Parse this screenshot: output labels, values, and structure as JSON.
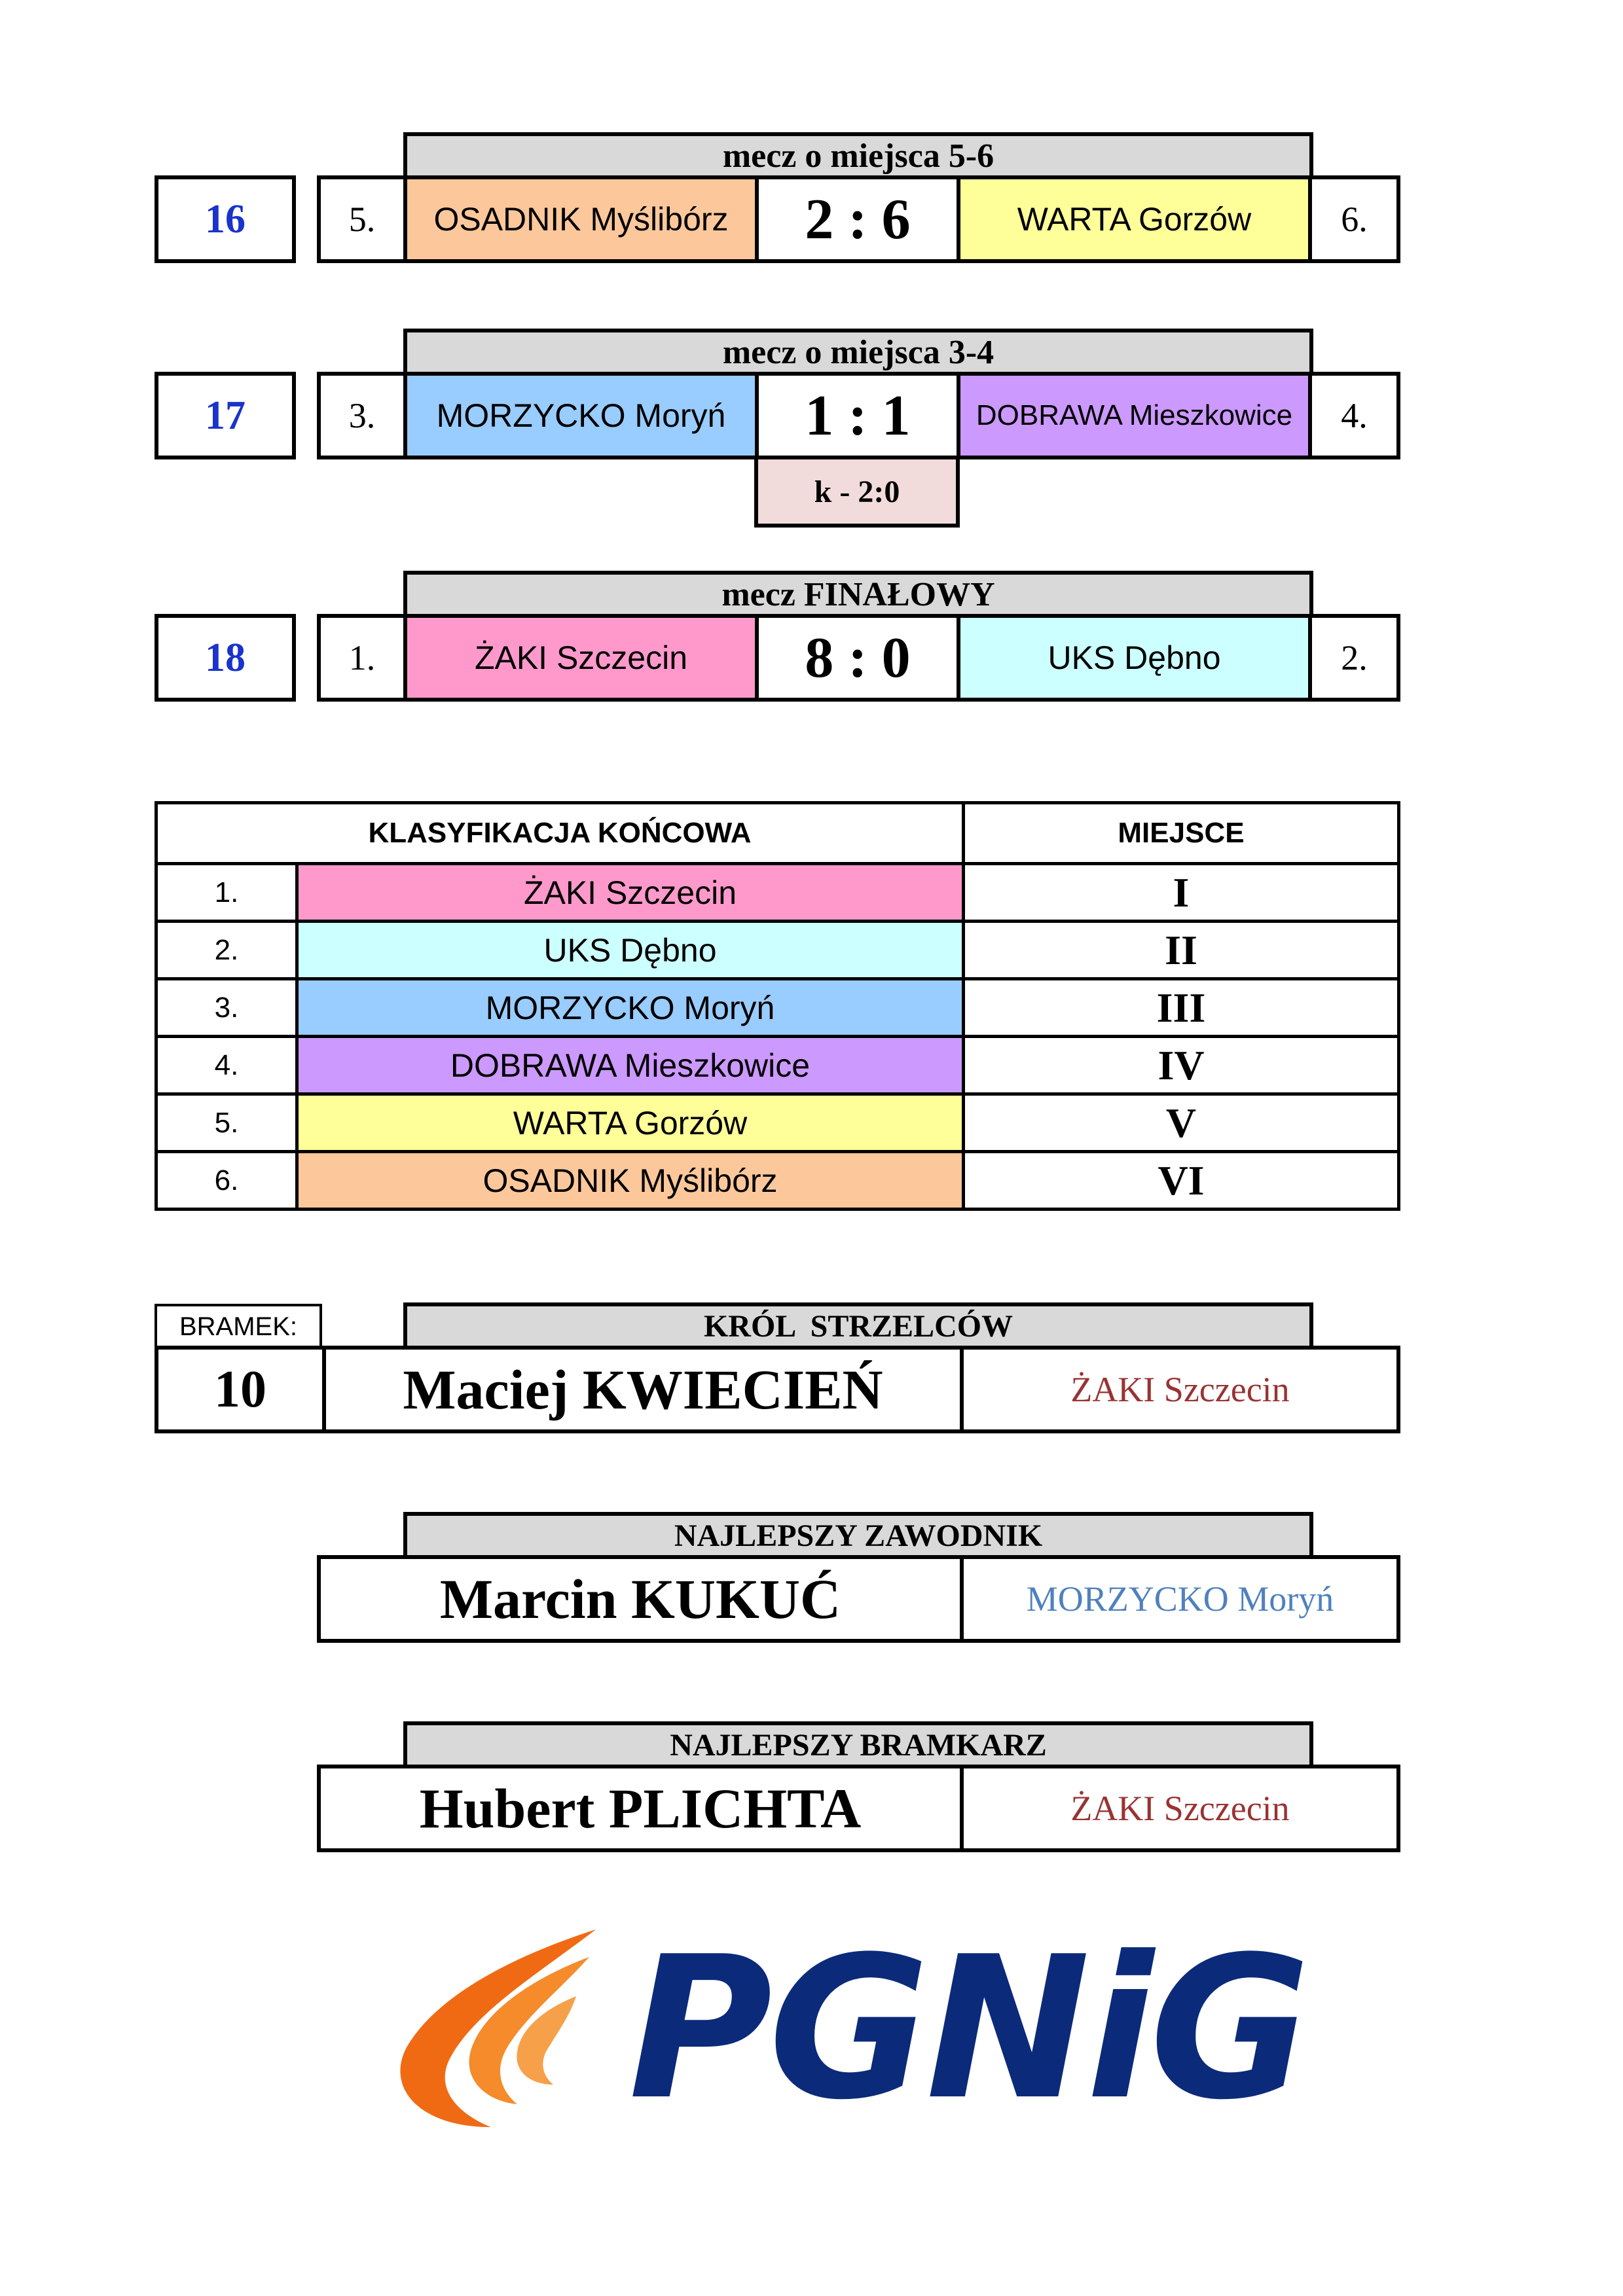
{
  "matches": [
    {
      "number": "16",
      "header": "mecz o miejsca 5-6",
      "left_place": "5.",
      "left_team": "OSADNIK Myślibórz",
      "score": "2 : 6",
      "right_team": "WARTA Gorzów",
      "right_place": "6.",
      "left_color": "#fcc89b",
      "right_color": "#ffff99"
    },
    {
      "number": "17",
      "header": "mecz o miejsca 3-4",
      "left_place": "3.",
      "left_team": "MORZYCKO Moryń",
      "score": "1 : 1",
      "right_team": "DOBRAWA Mieszkowice",
      "right_place": "4.",
      "left_color": "#99ccff",
      "right_color": "#cc99ff",
      "penalties": "k - 2:0"
    },
    {
      "number": "18",
      "header": "mecz FINAŁOWY",
      "left_place": "1.",
      "left_team": "ŻAKI Szczecin",
      "score": "8 : 0",
      "right_team": "UKS Dębno",
      "right_place": "2.",
      "left_color": "#ff99cc",
      "right_color": "#ccffff"
    }
  ],
  "classification": {
    "header_team": "KLASYFIKACJA KOŃCOWA",
    "header_place": "MIEJSCE",
    "rows": [
      {
        "pos": "1.",
        "team": "ŻAKI Szczecin",
        "place": "I",
        "color": "#ff99cc"
      },
      {
        "pos": "2.",
        "team": "UKS Dębno",
        "place": "II",
        "color": "#ccffff"
      },
      {
        "pos": "3.",
        "team": "MORZYCKO Moryń",
        "place": "III",
        "color": "#99ccff"
      },
      {
        "pos": "4.",
        "team": "DOBRAWA Mieszkowice",
        "place": "IV",
        "color": "#cc99ff"
      },
      {
        "pos": "5.",
        "team": "WARTA Gorzów",
        "place": "V",
        "color": "#ffff99"
      },
      {
        "pos": "6.",
        "team": "OSADNIK Myślibórz",
        "place": "VI",
        "color": "#fcc89b"
      }
    ]
  },
  "top_scorer": {
    "goals_label": "BRAMEK:",
    "goals": "10",
    "header": "KRÓL  STRZELCÓW",
    "name": "Maciej KWIECIEŃ",
    "team": "ŻAKI Szczecin",
    "team_color": "#993333"
  },
  "best_player": {
    "header": "NAJLEPSZY ZAWODNIK",
    "name": "Marcin KUKUĆ",
    "team": "MORZYCKO Moryń",
    "team_color": "#4f81bd"
  },
  "best_goalkeeper": {
    "header": "NAJLEPSZY BRAMKARZ",
    "name": "Hubert PLICHTA",
    "team": "ŻAKI Szczecin",
    "team_color": "#993333"
  },
  "logo": {
    "text": "PGNiG",
    "icon": "flame-icon",
    "brand_color": "#0b2a7a",
    "flame_color": "#f06a14"
  }
}
